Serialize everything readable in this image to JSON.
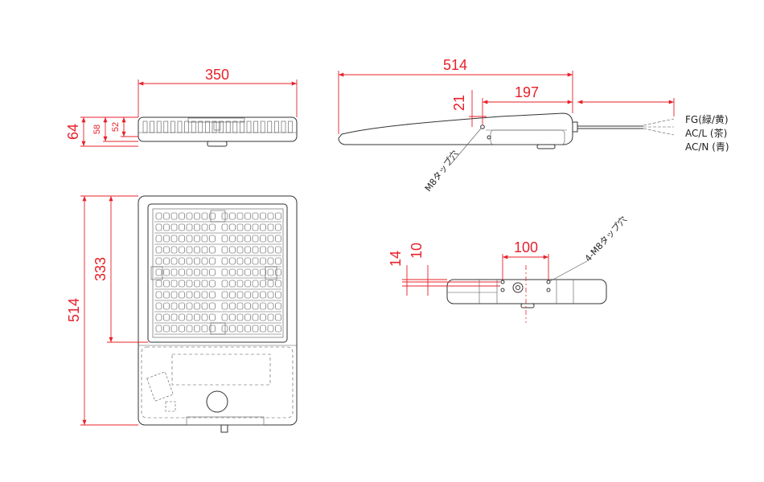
{
  "dimensions": {
    "top_width": "350",
    "top_height_total": "64",
    "top_height_58": "58",
    "top_height_52": "52",
    "side_length": "514",
    "side_offset_21": "21",
    "side_mount": "197",
    "front_length": "514",
    "front_led": "333",
    "bottom_14": "14",
    "bottom_10": "10",
    "bottom_pitch": "100"
  },
  "notes": {
    "tap_single": "M8タップ穴",
    "tap_four": "4-M8タップ穴"
  },
  "wires": {
    "fg": "FG(緑/黄)",
    "acl": "AC/L (茶)",
    "acn": "AC/N (青)"
  },
  "colors": {
    "dimension": "#e8202a",
    "outline": "#333333"
  }
}
